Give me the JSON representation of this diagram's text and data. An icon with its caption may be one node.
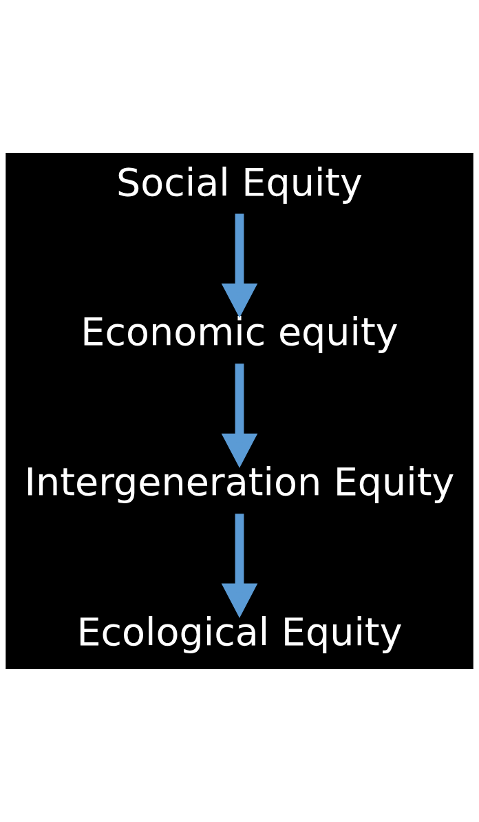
{
  "diagram": {
    "nodes": [
      {
        "text": [
          "Social Equity"
        ]
      },
      {
        "text": [
          "Economic equity"
        ]
      },
      {
        "text": [
          "Intergeneration Equity"
        ]
      },
      {
        "text": [
          "Ecological Equity"
        ]
      }
    ],
    "edges": [
      {
        "from": 0,
        "to": 1,
        "arrow": "to"
      },
      {
        "from": 1,
        "to": 2,
        "arrow": "to"
      },
      {
        "from": 2,
        "to": 3,
        "arrow": "to"
      }
    ]
  }
}
